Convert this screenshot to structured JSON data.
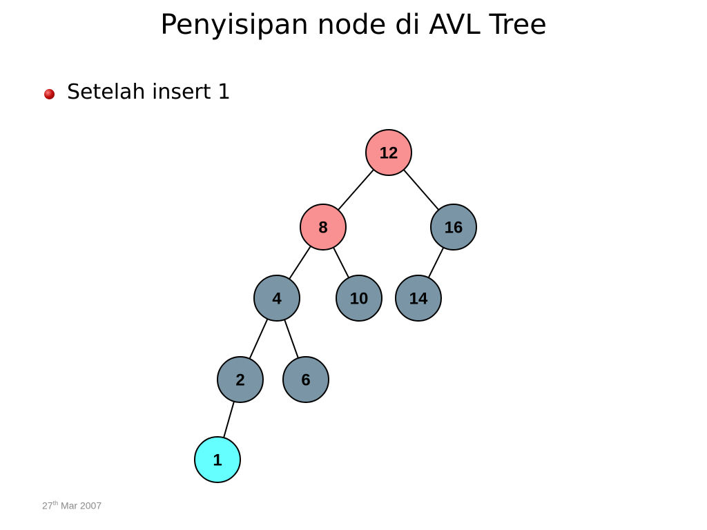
{
  "slide": {
    "title": "Penyisipan node di AVL Tree",
    "bullet": "Setelah insert 1",
    "footer": {
      "date_day": "27",
      "date_suffix": "th",
      "date_rest": " Mar 2007"
    }
  },
  "colors": {
    "highlight_node": "#f99091",
    "normal_node": "#7a96a6",
    "inserted_node": "#66ffff",
    "edge": "#000000",
    "bullet": "#c41010"
  },
  "tree": {
    "nodes": [
      {
        "id": "n12",
        "label": "12",
        "style": "highlight"
      },
      {
        "id": "n8",
        "label": "8",
        "style": "highlight"
      },
      {
        "id": "n16",
        "label": "16",
        "style": "normal"
      },
      {
        "id": "n4",
        "label": "4",
        "style": "normal"
      },
      {
        "id": "n10",
        "label": "10",
        "style": "normal"
      },
      {
        "id": "n14",
        "label": "14",
        "style": "normal"
      },
      {
        "id": "n2",
        "label": "2",
        "style": "normal"
      },
      {
        "id": "n6",
        "label": "6",
        "style": "normal"
      },
      {
        "id": "n1",
        "label": "1",
        "style": "inserted"
      }
    ],
    "edges": [
      {
        "from": "n12",
        "to": "n8"
      },
      {
        "from": "n12",
        "to": "n16"
      },
      {
        "from": "n8",
        "to": "n4"
      },
      {
        "from": "n8",
        "to": "n10"
      },
      {
        "from": "n16",
        "to": "n14"
      },
      {
        "from": "n4",
        "to": "n2"
      },
      {
        "from": "n4",
        "to": "n6"
      },
      {
        "from": "n2",
        "to": "n1"
      }
    ]
  }
}
